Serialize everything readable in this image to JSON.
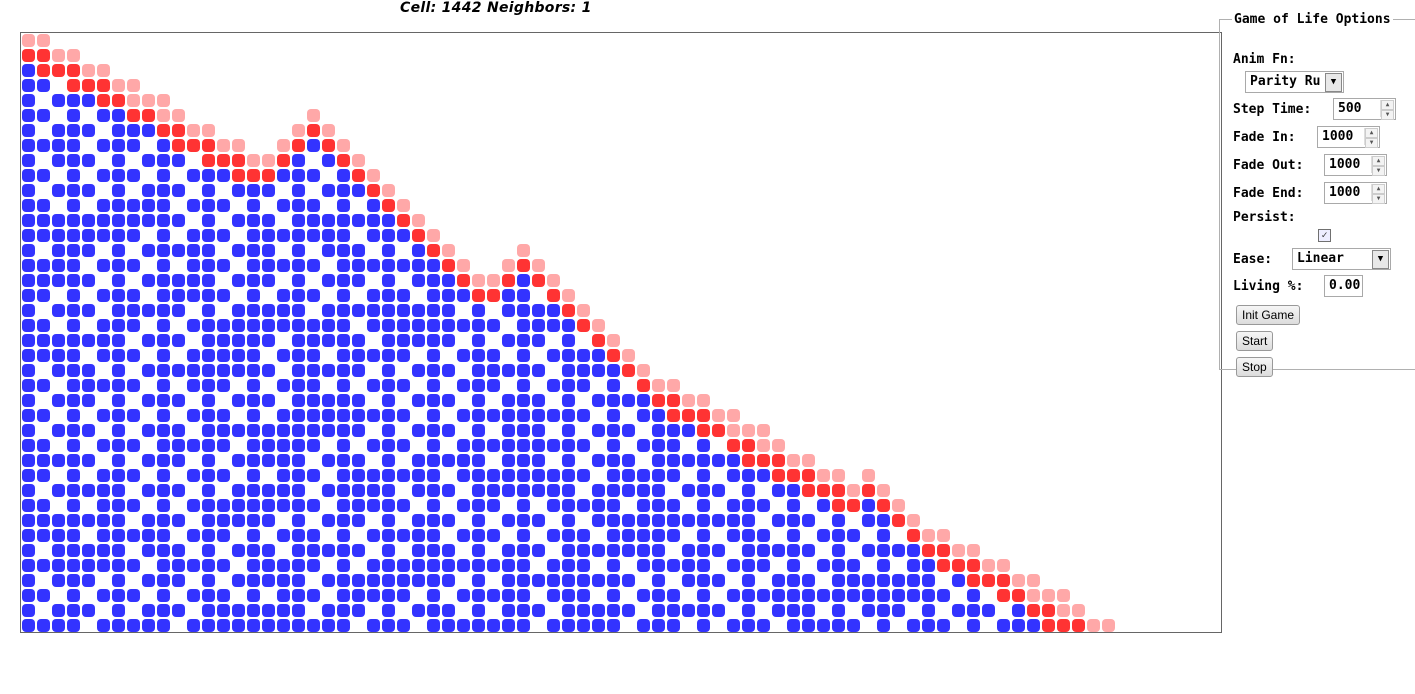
{
  "status": {
    "text": "Cell: 1442 Neighbors: 1"
  },
  "colors": {
    "alive": "#3333ff",
    "born": "#ff3333",
    "mixed": "#8a3c9c",
    "fading": "#ffa8a8",
    "background": "#ffffff"
  },
  "options": {
    "legend": "Game of Life Options",
    "anim_fn_label": "Anim Fn:",
    "anim_fn_value": "Parity Ru",
    "step_time_label": "Step Time:",
    "step_time_value": "500",
    "fade_in_label": "Fade In:",
    "fade_in_value": "1000",
    "fade_out_label": "Fade Out:",
    "fade_out_value": "1000",
    "fade_end_label": "Fade End:",
    "fade_end_value": "1000",
    "persist_label": "Persist:",
    "persist_checked": true,
    "ease_label": "Ease:",
    "ease_value": "Linear",
    "living_label": "Living %:",
    "living_value": "0.00",
    "init_button": "Init Game",
    "start_button": "Start",
    "stop_button": "Stop"
  }
}
